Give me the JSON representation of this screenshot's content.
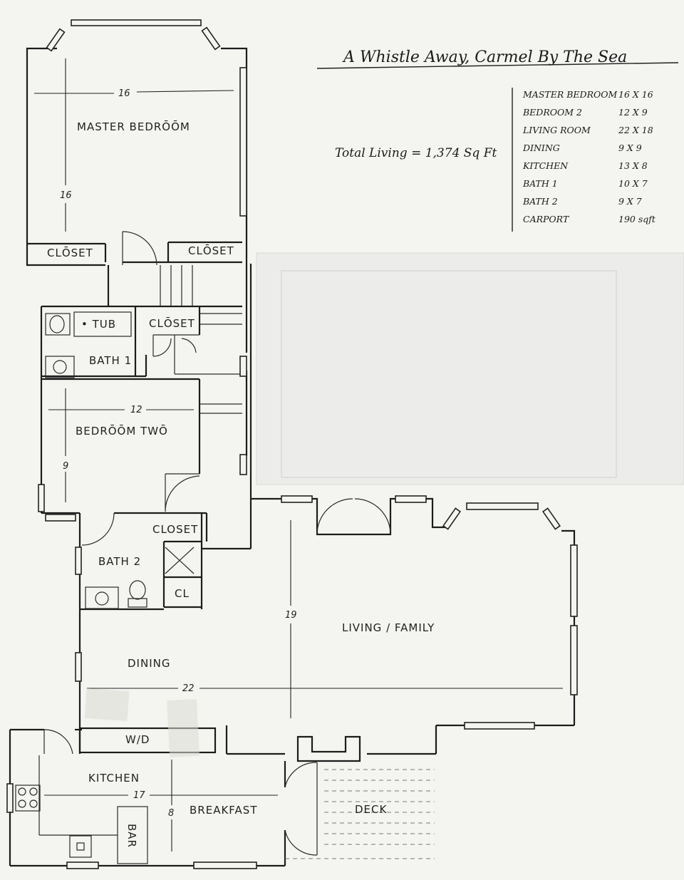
{
  "title": "A Whistle Away, Carmel By The Sea",
  "total_living": "Total Living = 1,374 Sq Ft",
  "rooms_table": [
    {
      "room": "MASTER BEDROOM",
      "size": "16 X 16"
    },
    {
      "room": "BEDROOM 2",
      "size": "12 X 9"
    },
    {
      "room": "LIVING ROOM",
      "size": "22 X 18"
    },
    {
      "room": "DINING",
      "size": "9 X 9"
    },
    {
      "room": "KITCHEN",
      "size": "13 X 8"
    },
    {
      "room": "BATH 1",
      "size": "10 X 7"
    },
    {
      "room": "BATH 2",
      "size": "9 X 7"
    },
    {
      "room": "CARPORT",
      "size": "190 sqft"
    }
  ],
  "labels": {
    "master_bedroom": "MASTER BEDRŌŌM",
    "closet_a": "CLŌSET",
    "closet_b": "CLŌSET",
    "tub": "• TUB",
    "closet_c": "CLŌSET",
    "bath1": "BATH 1",
    "bedroom_two": "BEDRŌŌM TWŌ",
    "closet_d": "CLOSET",
    "bath2": "BATH 2",
    "cl": "CL",
    "dining": "DINING",
    "wd": "W/D",
    "kitchen": "KITCHEN",
    "bar": "BAR",
    "breakfast": "BREAKFAST",
    "deck": "DECK",
    "living_family": "LIVING / FAMILY"
  },
  "dims": {
    "master_w": "16",
    "master_h": "16",
    "bed2_w": "12",
    "bed2_h": "9",
    "living_h": "19",
    "dining_w": "22",
    "kitchen_w": "17",
    "kitchen_h": "8"
  }
}
